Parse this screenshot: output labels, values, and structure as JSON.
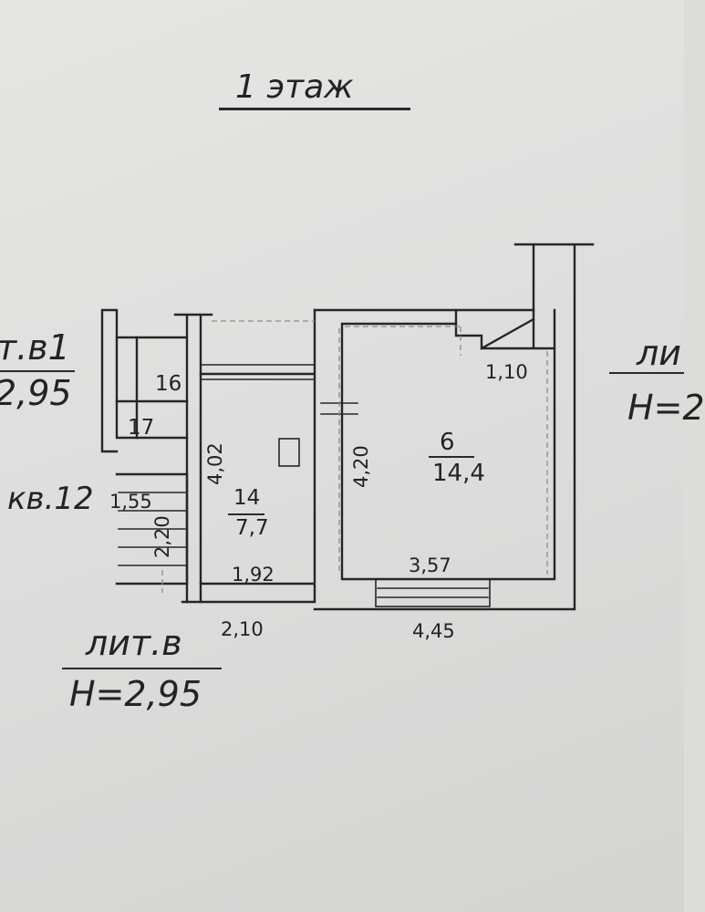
{
  "title": "1 этаж",
  "left_block": {
    "lit_label_top": "т.в1",
    "height_top": "2,95",
    "apartment": "кв.12",
    "lit_label_bottom": "лит.в",
    "height_bottom": "Н=2,95"
  },
  "right_block": {
    "lit_label": "ли",
    "height": "Н=2"
  },
  "rooms": [
    {
      "number": "16",
      "area": "",
      "label": "16"
    },
    {
      "number": "17",
      "area": "",
      "label": "17"
    },
    {
      "number": "14",
      "area": "7,7"
    },
    {
      "number": "6",
      "area": "14,4"
    }
  ],
  "dimensions": {
    "corridor_width": "1,55",
    "stair_length": "2,20",
    "room14_height": "4,02",
    "room14_width": "1,92",
    "room6_height": "4,20",
    "room6_width": "3,57",
    "niche": "1,10",
    "outer_left": "2,10",
    "outer_right": "4,45"
  }
}
